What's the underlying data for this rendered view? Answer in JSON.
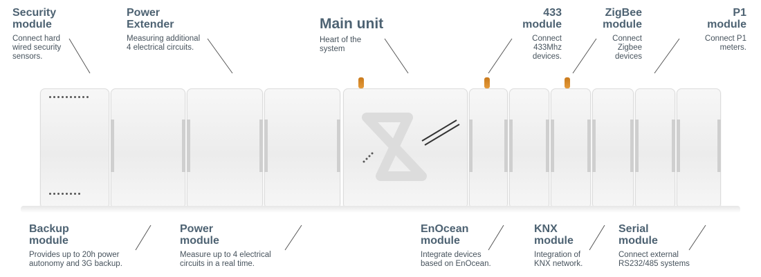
{
  "labels": {
    "security": {
      "title": "Security\nmodule",
      "desc": "Connect hard\nwired security\nsensors."
    },
    "power_extender": {
      "title": "Power\nExtender",
      "desc": "Measuring additional\n4 electrical circuits."
    },
    "main_unit": {
      "title": "Main unit",
      "desc": "Heart of the\nsystem"
    },
    "m433": {
      "title": "433\nmodule",
      "desc": "Connect\n433Mhz\ndevices."
    },
    "zigbee": {
      "title": "ZigBee\nmodule",
      "desc": "Connect\nZigbee\ndevices"
    },
    "p1": {
      "title": "P1\nmodule",
      "desc": "Connect P1\nmeters."
    },
    "backup": {
      "title": "Backup\nmodule",
      "desc": "Provides up to 20h power\nautonomy and 3G backup."
    },
    "power_module": {
      "title": "Power\nmodule",
      "desc": "Measure up to 4 electrical\ncircuits in a real time."
    },
    "enocean": {
      "title": "EnOcean\nmodule",
      "desc": "Integrate devices\nbased on EnOcean."
    },
    "knx": {
      "title": "KNX\nmodule",
      "desc": "Integration of\nKNX network."
    },
    "serial": {
      "title": "Serial\nmodule",
      "desc": "Connect external\nRS232/485 systems"
    }
  },
  "colors": {
    "title": "#4d6272",
    "text": "#46525c",
    "line": "#555555",
    "antenna": "#d98a2b"
  }
}
